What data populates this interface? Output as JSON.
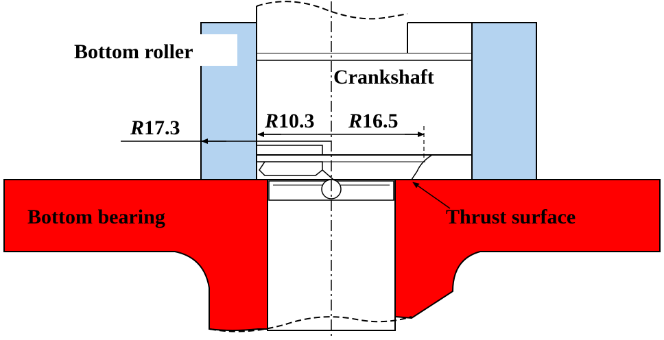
{
  "labels": {
    "bottom_roller": "Bottom roller",
    "crankshaft": "Crankshaft",
    "bottom_bearing": "Bottom bearing",
    "thrust_surface": "Thrust surface"
  },
  "dimensions": {
    "r_outer": {
      "prefix": "R",
      "value": "17.3"
    },
    "r_inner": {
      "prefix": "R",
      "value": "10.3"
    },
    "r_thrust": {
      "prefix": "R",
      "value": "16.5"
    }
  },
  "colors": {
    "bearing": "#ff0000",
    "roller": "#b4d3f0",
    "outline": "#000000"
  }
}
